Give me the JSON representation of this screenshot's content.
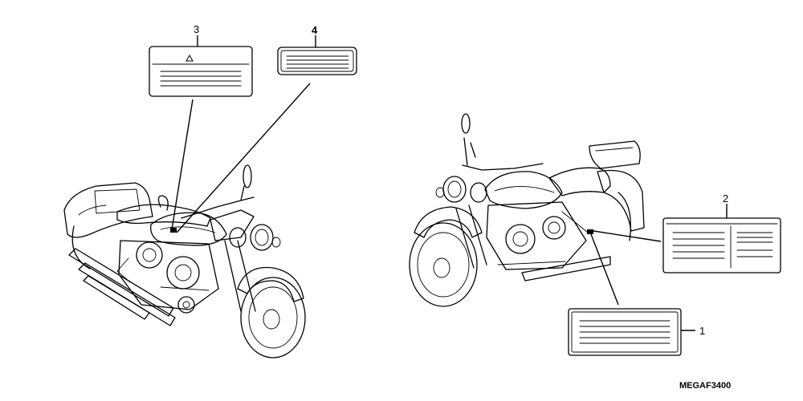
{
  "callouts": {
    "c1": "1",
    "c2": "2",
    "c3": "3",
    "c4": "4"
  },
  "part_code": "MEGAF3400"
}
